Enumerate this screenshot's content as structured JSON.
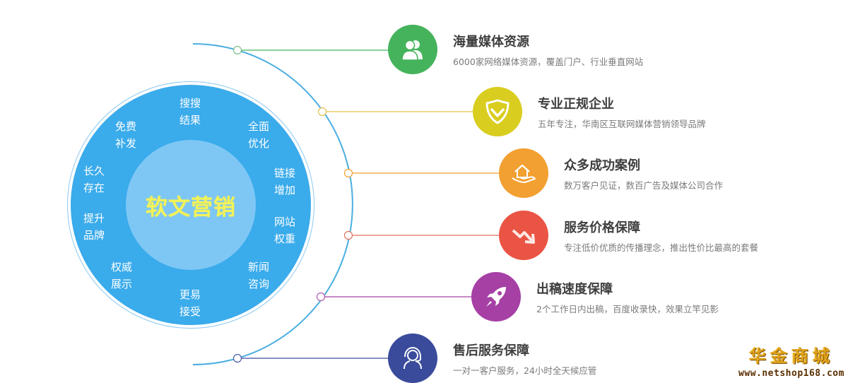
{
  "hub": {
    "title": "软文营销",
    "colors": {
      "ring": "#3aabeb",
      "center": "#7ec7f5",
      "title": "#f3f25a"
    },
    "segments": [
      {
        "id": "top",
        "line1": "搜搜",
        "line2": "结果"
      },
      {
        "id": "top-right",
        "line1": "全面",
        "line2": "优化"
      },
      {
        "id": "right-upper",
        "line1": "链接",
        "line2": "增加"
      },
      {
        "id": "right-lower",
        "line1": "网站",
        "line2": "权重"
      },
      {
        "id": "bottom-right",
        "line1": "新闻",
        "line2": "咨询"
      },
      {
        "id": "bottom",
        "line1": "更易",
        "line2": "接受"
      },
      {
        "id": "bottom-left",
        "line1": "权威",
        "line2": "展示"
      },
      {
        "id": "left-lower",
        "line1": "提升",
        "line2": "品牌"
      },
      {
        "id": "left-upper",
        "line1": "长久",
        "line2": "存在"
      },
      {
        "id": "top-left",
        "line1": "免费",
        "line2": "补发"
      }
    ]
  },
  "arc": {
    "color": "#4aaee0"
  },
  "features": [
    {
      "title": "海量媒体资源",
      "desc": "6000家网络媒体资源，覆盖门户、行业垂直网站",
      "icon": "users-icon",
      "color": "#45b35c"
    },
    {
      "title": "专业正规企业",
      "desc": "五年专注，华南区互联网媒体营销领导品牌",
      "icon": "shield-check-icon",
      "color": "#d9cd1f"
    },
    {
      "title": "众多成功案例",
      "desc": "数万客户见证，数百广告及媒体公司合作",
      "icon": "house-in-hand-icon",
      "color": "#f2a031"
    },
    {
      "title": "服务价格保障",
      "desc": "专注低价优质的传播理念，推出性价比最高的套餐",
      "icon": "trend-down-icon",
      "color": "#ea5444"
    },
    {
      "title": "出稿速度保障",
      "desc": "2个工作日内出稿，百度收录快，效果立竿见影",
      "icon": "rocket-icon",
      "color": "#a640a5"
    },
    {
      "title": "售后服务保障",
      "desc": "一对一客户服务，24小时全天候应管",
      "icon": "headset-support-icon",
      "color": "#3a4b9c"
    }
  ],
  "watermark": {
    "name": "华金商城",
    "url": "www.netshop168.com"
  }
}
